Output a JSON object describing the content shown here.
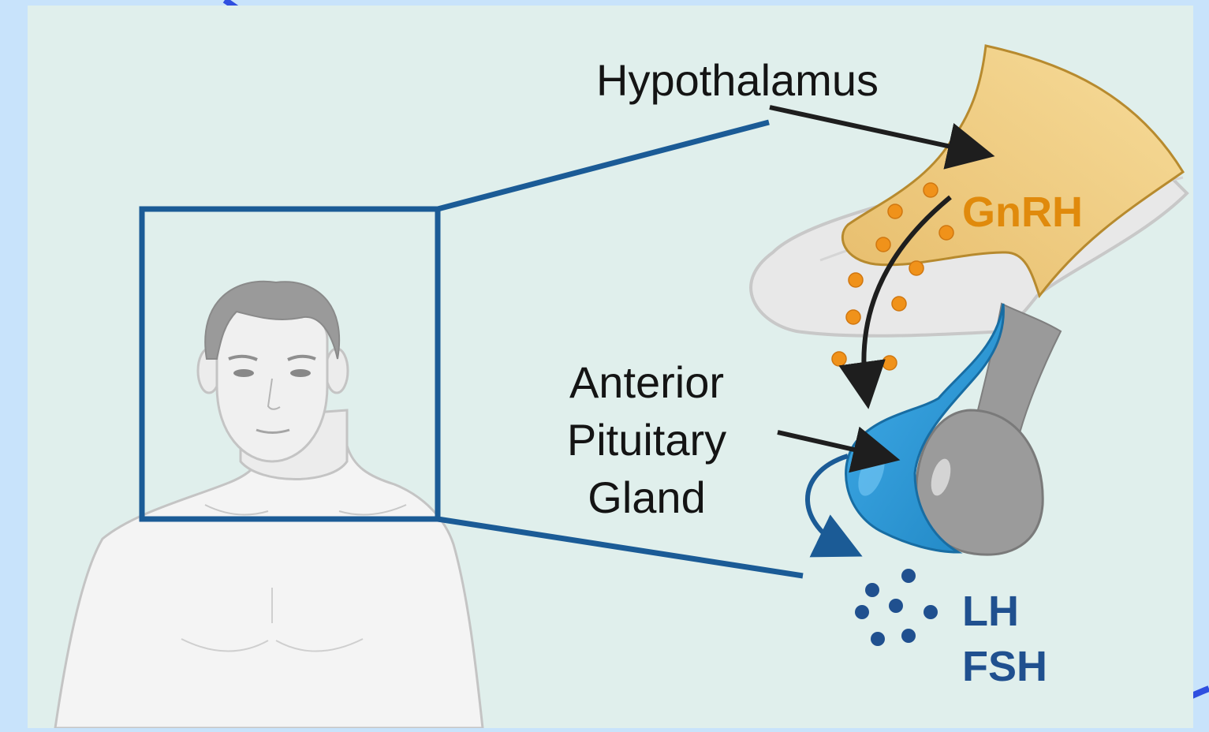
{
  "labels": {
    "hypothalamus": "Hypothalamus",
    "gnrh": "GnRH",
    "anterior_pituitary_line1": "Anterior",
    "anterior_pituitary_line2": "Pituitary",
    "anterior_pituitary_line3": "Gland",
    "lh": "LH",
    "fsh": "FSH"
  },
  "colors": {
    "page_background": "#c8e3fb",
    "panel_background": "#e0efec",
    "zoom_frame": "#1b5b96",
    "hypothalamus_fill": "#f5d592",
    "gnrh_text": "#e08a0c",
    "gnrh_dots": "#f0921a",
    "pituitary_anterior": "#2b98d4",
    "pituitary_posterior": "#959595",
    "hormone_dots": "#20508f",
    "arrow": "#1e1e1e"
  }
}
